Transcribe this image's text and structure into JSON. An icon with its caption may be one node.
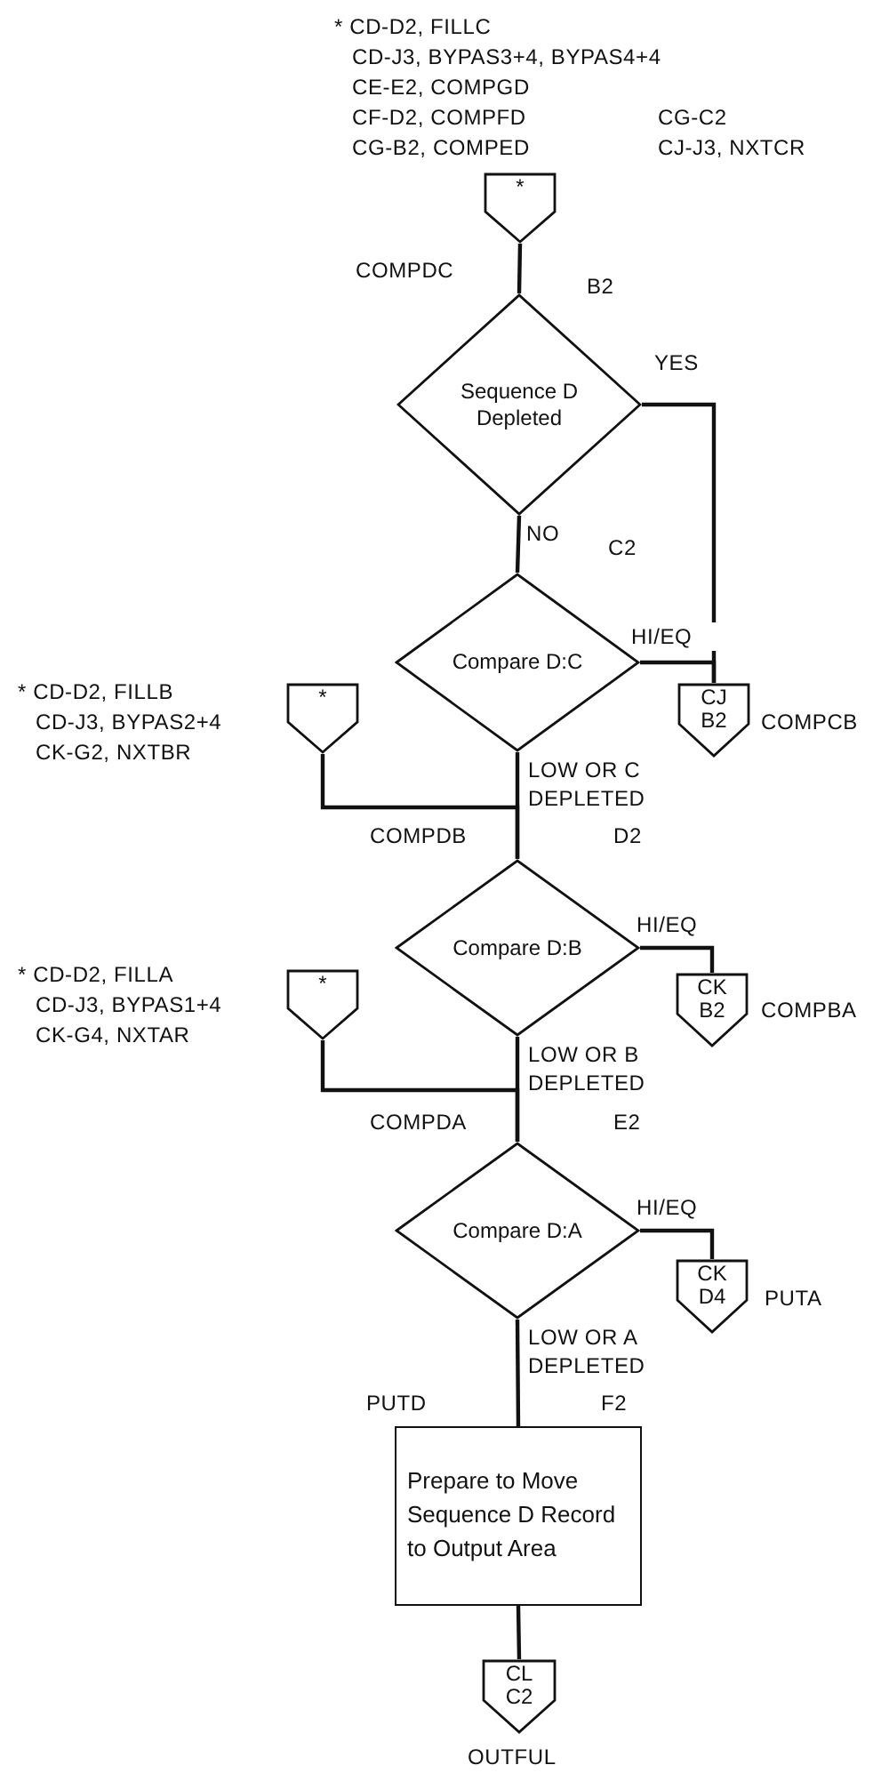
{
  "diagram": {
    "nodes": [
      {
        "text": [
          "*"
        ],
        "beside": [
          "* CD-D2, FILLC",
          "CD-J3, BYPAS3+4, BYPAS4+4",
          "CE-E2, COMPGD",
          "CF-D2, COMPFD",
          "CG-B2, COMPED",
          "CG-C2",
          "CJ-J3, NXTCR"
        ]
      },
      {
        "text": [
          "Sequence D Depleted"
        ]
      },
      {
        "text": [
          "Compare D:C"
        ]
      },
      {
        "text": [
          "CJ",
          "B2"
        ],
        "beside": [
          "COMPCB"
        ]
      },
      {
        "text": [
          "*"
        ],
        "beside": [
          "* CD-D2, FILLB",
          "CD-J3, BYPAS2+4",
          "CK-G2, NXTBR"
        ]
      },
      {
        "text": [
          "Compare D:B"
        ]
      },
      {
        "text": [
          "CK",
          "B2"
        ],
        "beside": [
          "COMPBA"
        ]
      },
      {
        "text": [
          "*"
        ],
        "beside": [
          "* CD-D2, FILLA",
          "CD-J3, BYPAS1+4",
          "CK-G4, NXTAR"
        ]
      },
      {
        "text": [
          "Compare D:A"
        ]
      },
      {
        "text": [
          "CK",
          "D4"
        ],
        "beside": [
          "PUTA"
        ]
      },
      {
        "text": [
          "Prepare to Move Sequence D Record to Output Area"
        ]
      },
      {
        "text": [
          "CL",
          "C2"
        ],
        "beside": [
          "OUTFUL"
        ]
      }
    ],
    "edges": [
      {
        "from": 0,
        "to": 1,
        "arrow": "none"
      },
      {
        "from": 1,
        "to": 3,
        "arrow": "none",
        "label": "YES"
      },
      {
        "from": 1,
        "to": 2,
        "arrow": "none",
        "label": "NO"
      },
      {
        "from": 2,
        "to": 3,
        "arrow": "none",
        "label": "HI/EQ"
      },
      {
        "from": 2,
        "to": 5,
        "arrow": "none",
        "label": "LOW OR C DEPLETED"
      },
      {
        "from": 4,
        "to": 5,
        "arrow": "none"
      },
      {
        "from": 5,
        "to": 6,
        "arrow": "none",
        "label": "HI/EQ"
      },
      {
        "from": 5,
        "to": 8,
        "arrow": "none",
        "label": "LOW OR B DEPLETED"
      },
      {
        "from": 7,
        "to": 8,
        "arrow": "none"
      },
      {
        "from": 8,
        "to": 9,
        "arrow": "none",
        "label": "HI/EQ"
      },
      {
        "from": 8,
        "to": 10,
        "arrow": "none",
        "label": "LOW OR A DEPLETED"
      },
      {
        "from": 10,
        "to": 11,
        "arrow": "none"
      }
    ],
    "labels": [
      "COMPDC",
      "B2",
      "C2",
      "COMPDB",
      "D2",
      "COMPDA",
      "E2",
      "PUTD",
      "F2"
    ]
  }
}
